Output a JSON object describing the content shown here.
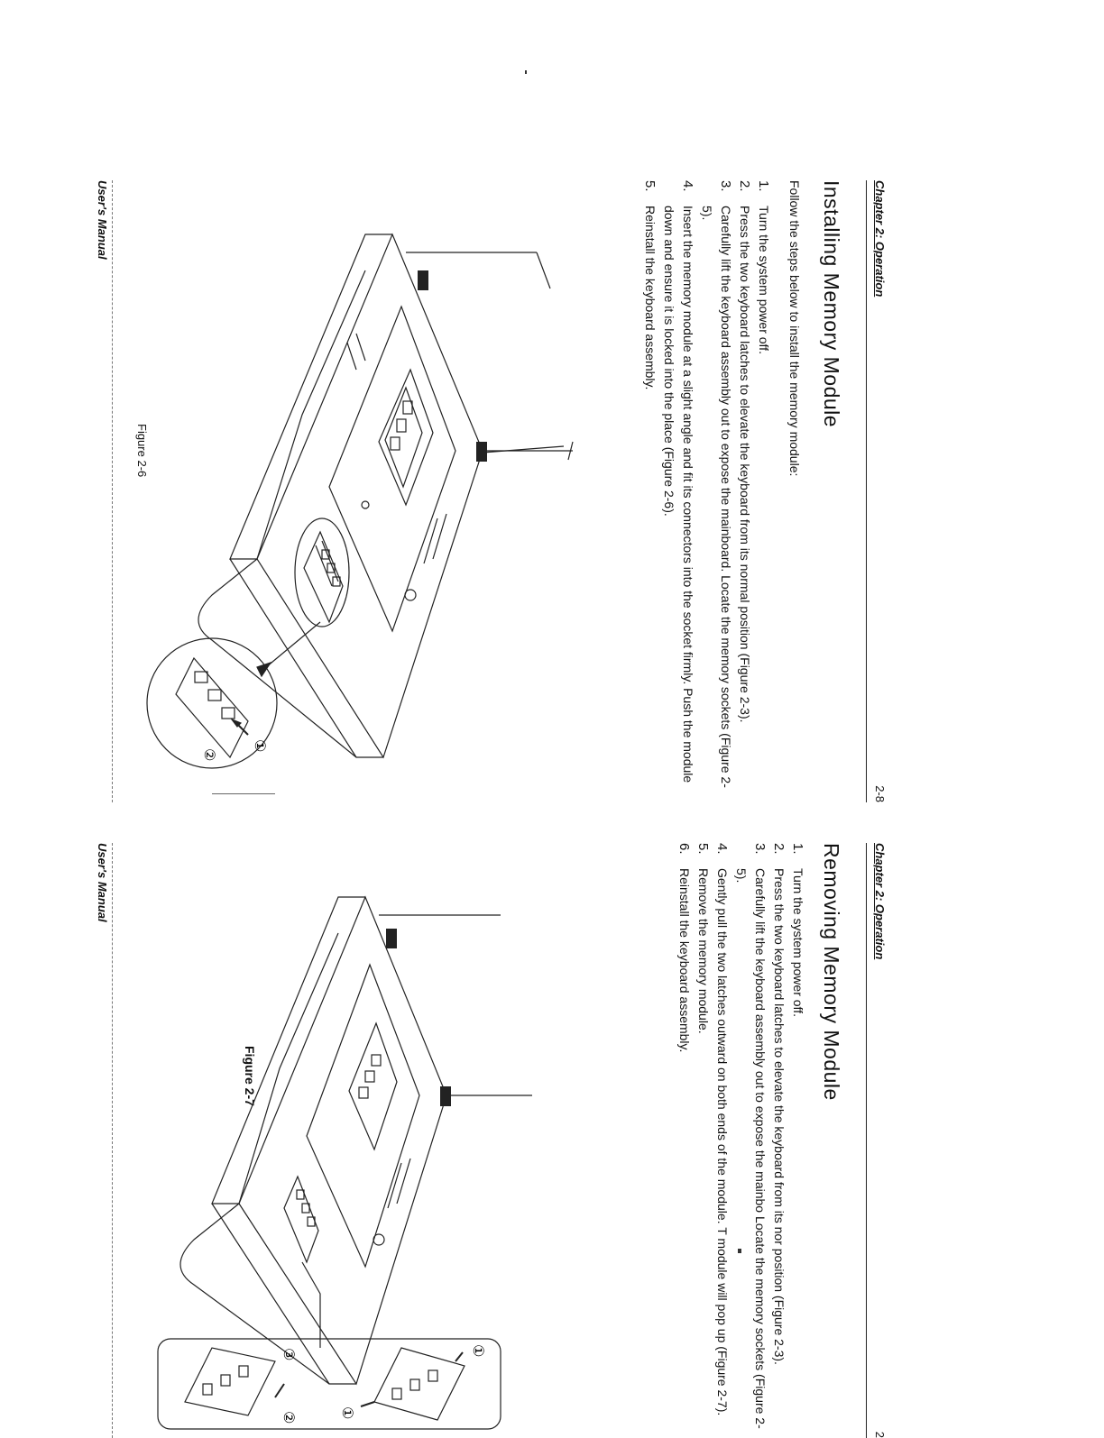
{
  "page_left": {
    "header": {
      "chapter": "Chapter 2: Operation",
      "page_number": "2-8"
    },
    "title": "Installing Memory Module",
    "intro": "Follow the steps below to install the memory module:",
    "steps": [
      {
        "num": "1.",
        "text": "Turn the system power off."
      },
      {
        "num": "2.",
        "text": "Press the two keyboard latches to elevate the keyboard from its normal position (Figure 2-3)."
      },
      {
        "num": "3.",
        "text": "Carefully lift the keyboard assembly out to expose the mainboard. Locate the memory sockets (Figure 2-5)."
      },
      {
        "num": "4.",
        "text": "Insert the memory module at a slight angle and fit its connectors into the socket firmly.  Push the module down and ensure it is locked into the place (Figure 2-6)."
      },
      {
        "num": "5.",
        "text": "Reinstall the keyboard assembly."
      }
    ],
    "figure_caption": "Figure 2-6",
    "callouts": [
      "①",
      "②"
    ],
    "footer": "User's Manual"
  },
  "page_right": {
    "header": {
      "chapter": "Chapter 2: Operation",
      "page_number": "2"
    },
    "title": "Removing Memory Module",
    "steps": [
      {
        "num": "1.",
        "text": "Turn the system power off."
      },
      {
        "num": "2.",
        "text": "Press the two keyboard latches to elevate the keyboard from its nor position (Figure 2-3)."
      },
      {
        "num": "3.",
        "text": "Carefully lift the keyboard assembly out to expose the mainbo Locate the memory sockets (Figure 2-5)."
      },
      {
        "num": "4.",
        "text": "Gently pull the two latches outward on both ends of the module. T module will pop up (Figure 2-7)."
      },
      {
        "num": "5.",
        "text": "Remove the memory module."
      },
      {
        "num": "6.",
        "text": "Reinstall the keyboard assembly."
      }
    ],
    "figure_caption": "Figure 2-7",
    "callouts": [
      "①",
      "①",
      "②",
      "③"
    ],
    "footer": "User's Manual"
  }
}
